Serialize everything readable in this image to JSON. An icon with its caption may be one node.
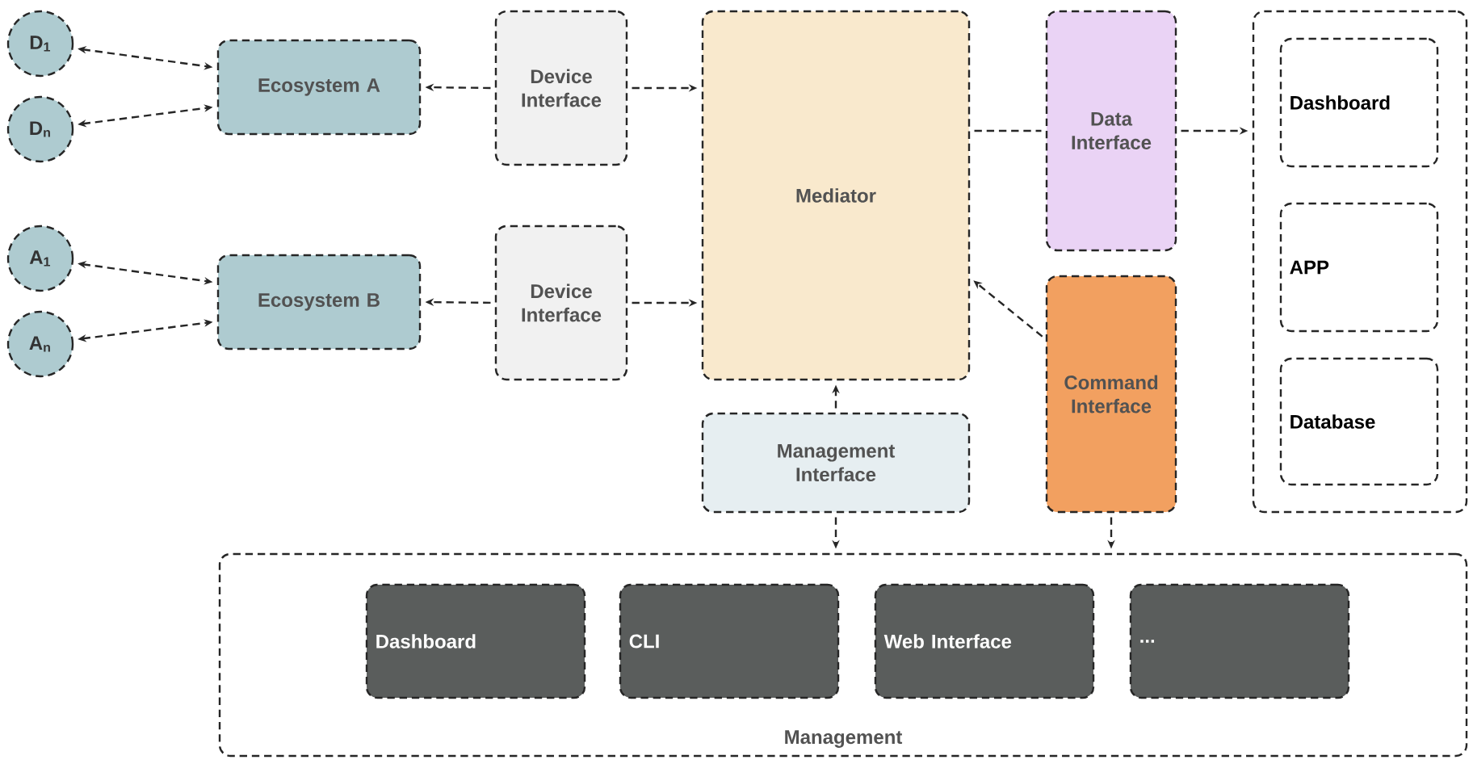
{
  "diagram": {
    "nodes": [
      {
        "text": [
          "D$_{1}$"
        ]
      },
      {
        "text": [
          "D$_{n}$"
        ]
      },
      {
        "text": [
          "A$_{1}$"
        ]
      },
      {
        "text": [
          "A$_{n}$"
        ]
      },
      {
        "text": [
          "Ecosystem A"
        ]
      },
      {
        "text": [
          "Ecosystem B"
        ]
      },
      {
        "text": [
          "Device Interface"
        ]
      },
      {
        "text": [
          "Device Interface"
        ]
      },
      {
        "text": [
          "Mediator"
        ]
      },
      {
        "text": [
          "Management Interface"
        ]
      },
      {
        "text": [
          "Data Interface"
        ]
      },
      {
        "text": [
          "Command Interface"
        ]
      },
      {
        "text": [],
        "shape": "box"
      },
      {
        "text": [
          "Dashboard"
        ],
        "in": 12
      },
      {
        "text": [
          "APP"
        ],
        "in": 12
      },
      {
        "text": [
          "Database"
        ],
        "in": 12
      },
      {
        "text": [
          "Management"
        ]
      },
      {
        "text": [
          "Dashboard"
        ],
        "in": 16
      },
      {
        "text": [
          "CLI"
        ],
        "in": 16
      },
      {
        "text": [
          "Web Interface"
        ],
        "in": 16
      },
      {
        "text": [
          "..."
        ],
        "in": 16
      }
    ],
    "edges": [
      {
        "from": 0,
        "to": 4,
        "arrow": "both"
      },
      {
        "from": 1,
        "to": 4,
        "arrow": "both"
      },
      {
        "from": 2,
        "to": 5,
        "arrow": "both"
      },
      {
        "from": 3,
        "to": 5,
        "arrow": "both"
      },
      {
        "from": 6,
        "to": 4,
        "arrow": "to"
      },
      {
        "from": 6,
        "to": 8,
        "arrow": "to"
      },
      {
        "from": 7,
        "to": 5,
        "arrow": "to"
      },
      {
        "from": 7,
        "to": 8,
        "arrow": "to"
      },
      {
        "from": 8,
        "to": 10,
        "arrow": "none"
      },
      {
        "from": 10,
        "to": 12,
        "arrow": "to"
      },
      {
        "from": 11,
        "to": 8,
        "arrow": "to"
      },
      {
        "from": 9,
        "to": 8,
        "arrow": "to"
      },
      {
        "from": 9,
        "to": 16,
        "arrow": "to"
      },
      {
        "from": 11,
        "to": 16,
        "arrow": "to"
      }
    ]
  }
}
